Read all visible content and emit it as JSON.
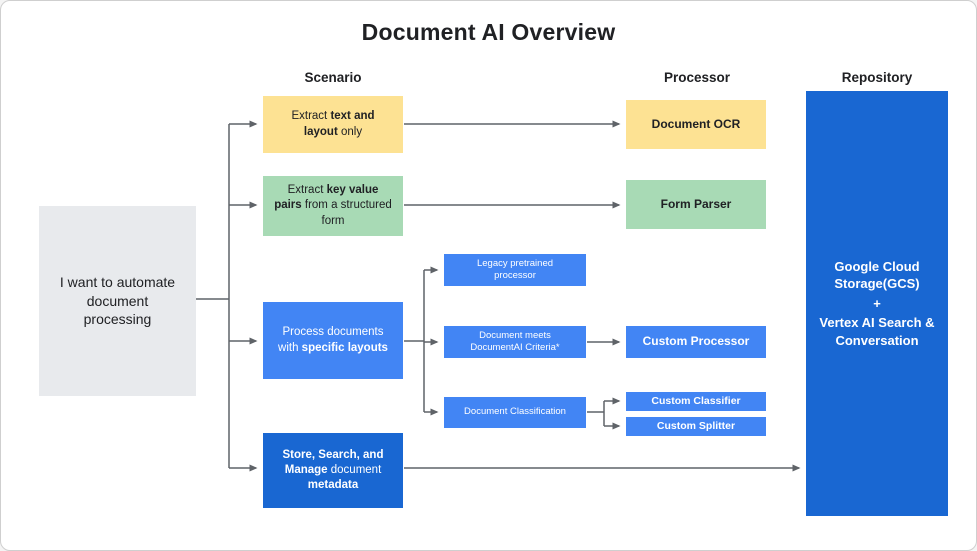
{
  "title": "Document AI Overview",
  "headers": {
    "scenario": "Scenario",
    "processor": "Processor",
    "repository": "Repository"
  },
  "intro": {
    "text": "I want to automate document processing"
  },
  "scenarios": {
    "extract_text": {
      "pre": "Extract ",
      "bold": "text and layout",
      "post": " only"
    },
    "extract_kv": {
      "pre": "Extract ",
      "bold": "key value pairs",
      "post": " from a structured form"
    },
    "specific_layouts": {
      "pre": "Process documents with ",
      "bold": "specific layouts",
      "post": ""
    },
    "store_search": {
      "bold1": "Store, Search, and Manage",
      "mid": " document ",
      "bold2": "metadata"
    }
  },
  "intermediate": {
    "legacy": "Legacy pretrained processor",
    "criteria": "Document meets DocumentAI Criteria*",
    "classification": "Document Classification"
  },
  "processors": {
    "ocr": "Document OCR",
    "form_parser": "Form Parser",
    "custom_processor": "Custom Processor",
    "custom_classifier": "Custom Classifier",
    "custom_splitter": "Custom Splitter"
  },
  "repository": {
    "line1": "Google Cloud Storage(GCS)",
    "line2": "+",
    "line3": "Vertex AI Search & Conversation"
  },
  "colors": {
    "yellow": "#FDE293",
    "green": "#A8DAB5",
    "blue": "#4285F4",
    "dark_blue": "#1967D2",
    "gray_box": "#E8EAED",
    "connector": "#5F6368"
  }
}
